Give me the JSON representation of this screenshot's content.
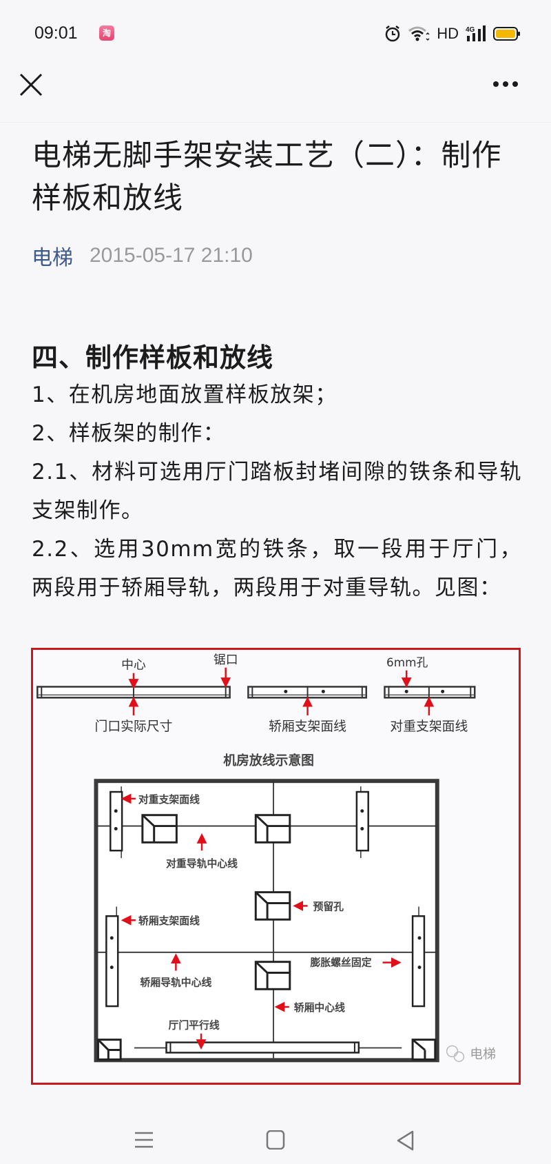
{
  "status_bar": {
    "time": "09:01",
    "notification_app_icon": "taobao-icon",
    "notification_app_glyph": "淘",
    "network_label": "HD",
    "signal_label": "4G",
    "icons": [
      "alarm-icon",
      "wifi-icon",
      "hd-icon",
      "signal-4g-icon",
      "battery-icon"
    ],
    "battery_color": "#f5b800"
  },
  "nav": {
    "close_icon": "close-icon",
    "more_icon": "more-icon"
  },
  "article": {
    "title": "电梯无脚手架安装工艺（二）：制作样板和放线",
    "author": "电梯",
    "date": "2015-05-17 21:10",
    "author_color": "#3e5a8a"
  },
  "content": {
    "section_heading": "四、制作样板和放线",
    "paragraphs": [
      "1、在机房地面放置样板放架；",
      "2、样板架的制作：",
      "2.1、材料可选用厅门踏板封堵间隙的铁条和导轨支架制作。",
      "2.2、选用30mm宽的铁条，取一段用于厅门，两段用于轿厢导轨，两段用于对重导轨。见图："
    ]
  },
  "figure": {
    "border_color": "#c8181e",
    "arrow_color": "#e0101a",
    "top_labels": {
      "center": "中心",
      "saw_cut": "锯口",
      "hole_6mm": "6mm孔",
      "door_actual_size": "门口实际尺寸",
      "car_bracket_face_line": "轿厢支架面线",
      "cwt_bracket_face_line": "对重支架面线"
    },
    "plan_title": "机房放线示意图",
    "plan_labels": {
      "cwt_bracket_face_line": "对重支架面线",
      "cwt_rail_center_line": "对重导轨中心线",
      "reserved_hole": "预留孔",
      "car_bracket_face_line": "轿厢支架面线",
      "car_rail_center_line": "轿厢导轨中心线",
      "expansion_bolt_fix": "膨胀螺丝固定",
      "car_center_line": "轿厢中心线",
      "landing_door_parallel_line": "厅门平行线"
    },
    "watermark": "电梯",
    "watermark_icon": "wechat-icon"
  },
  "android_nav": {
    "menu_icon": "menu-icon",
    "home_icon": "home-icon",
    "back_icon": "back-icon"
  }
}
